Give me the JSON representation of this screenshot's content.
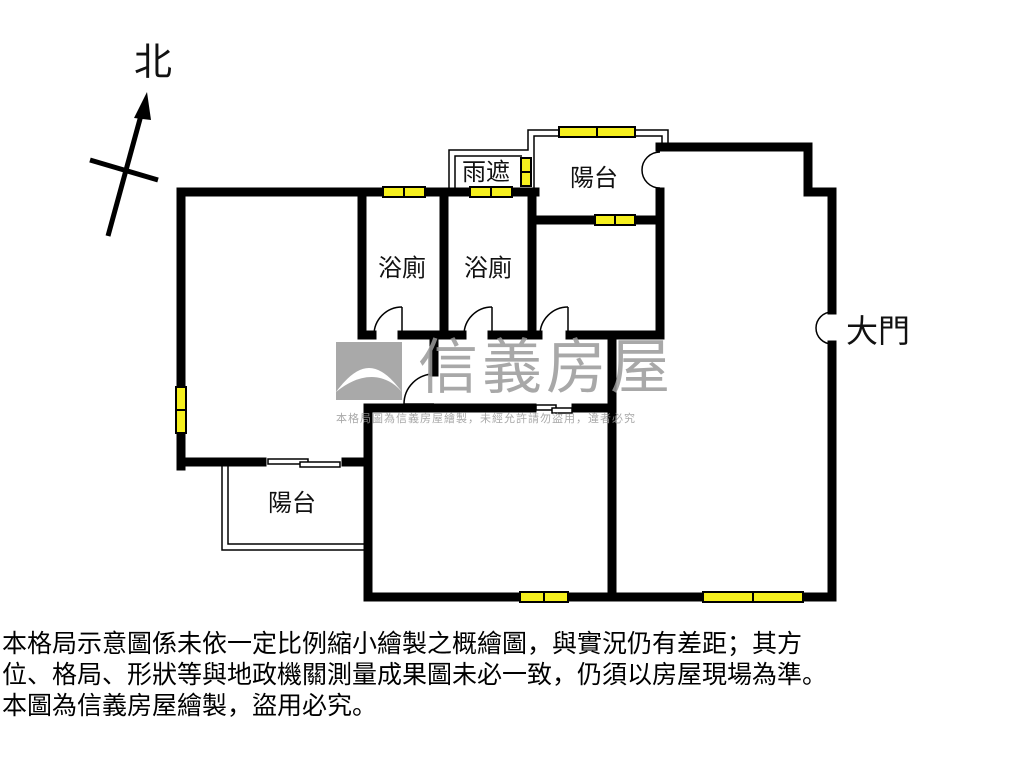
{
  "north_label": "北",
  "rooms": {
    "rain_shelter": "雨遮",
    "balcony_top": "陽台",
    "bathroom_1": "浴廁",
    "bathroom_2": "浴廁",
    "main_door": "大門",
    "balcony_bottom": "陽台"
  },
  "watermark": {
    "brand": "信義房屋",
    "notice": "本格局圖為信義房屋繪製，未經允許請勿盜用，違者必究"
  },
  "disclaimer": [
    "本格局示意圖係未依一定比例縮小繪製之概繪圖，與實況仍有差距；其方",
    "位、格局、形狀等與地政機關測量成果圖未必一致，仍須以房屋現場為準。",
    "本圖為信義房屋繪製，盜用必究。"
  ],
  "colors": {
    "wall": "#000000",
    "window": "#f5ef1e",
    "watermark": "#9a9a9a"
  }
}
